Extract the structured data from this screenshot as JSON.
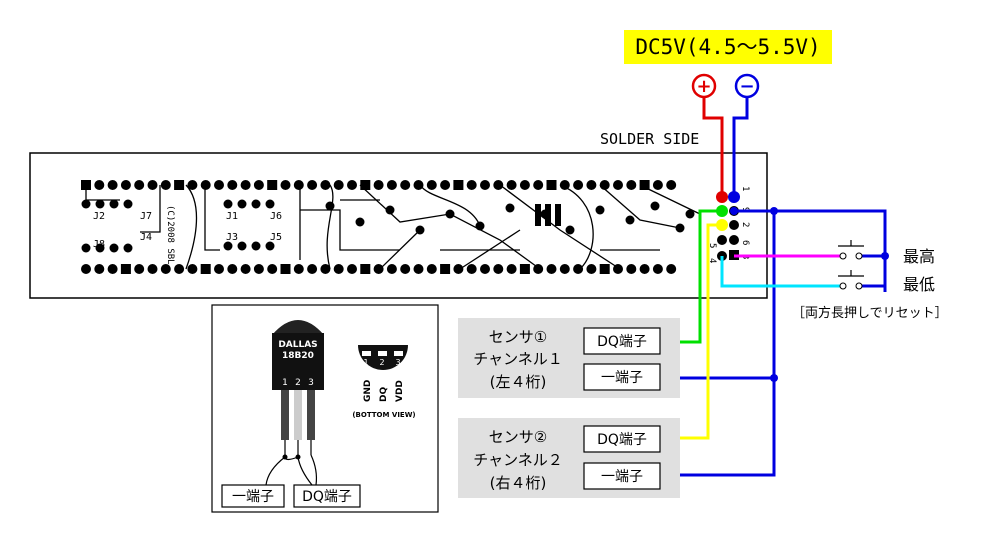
{
  "supply": {
    "label": "DC5V(4.5～5.5V)",
    "plus_symbol": "+",
    "minus_symbol": "−",
    "colors": {
      "highlight": "#ffff00",
      "plus": "#e00000",
      "minus": "#0000e0"
    }
  },
  "board": {
    "side_label": "SOLDER SIDE",
    "jumpers": [
      "J2",
      "J7",
      "J4",
      "J8",
      "J1",
      "J6",
      "J3",
      "J5"
    ],
    "copyright": "(C)2008 SBL",
    "pin_labels": [
      "1",
      "9",
      "2",
      "6",
      "3",
      "5",
      "4"
    ]
  },
  "switches": {
    "top_label": "最高",
    "bottom_label": "最低",
    "note": "［両方長押しでリセット］",
    "colors": {
      "top": "#ff00ff",
      "bottom": "#00e5ff"
    }
  },
  "sensor_chip": {
    "brand": "DALLAS",
    "model": "18B20",
    "pins": [
      "1",
      "2",
      "3"
    ],
    "bottom_pins": [
      "1",
      "2",
      "3"
    ],
    "pin_names": [
      "GND",
      "DQ",
      "VDD"
    ],
    "view_label": "(BOTTOM VIEW)",
    "terminal_minus": "一端子",
    "terminal_dq": "DQ端子"
  },
  "channels": [
    {
      "title": "センサ①",
      "name": "チャンネル１",
      "digits": "(左４桁)",
      "dq_label": "DQ端子",
      "minus_label": "一端子",
      "dq_color": "#00e000"
    },
    {
      "title": "センサ②",
      "name": "チャンネル２",
      "digits": "(右４桁)",
      "dq_label": "DQ端子",
      "minus_label": "一端子",
      "dq_color": "#ffff00"
    }
  ],
  "wire_color_ground": "#0000e0"
}
